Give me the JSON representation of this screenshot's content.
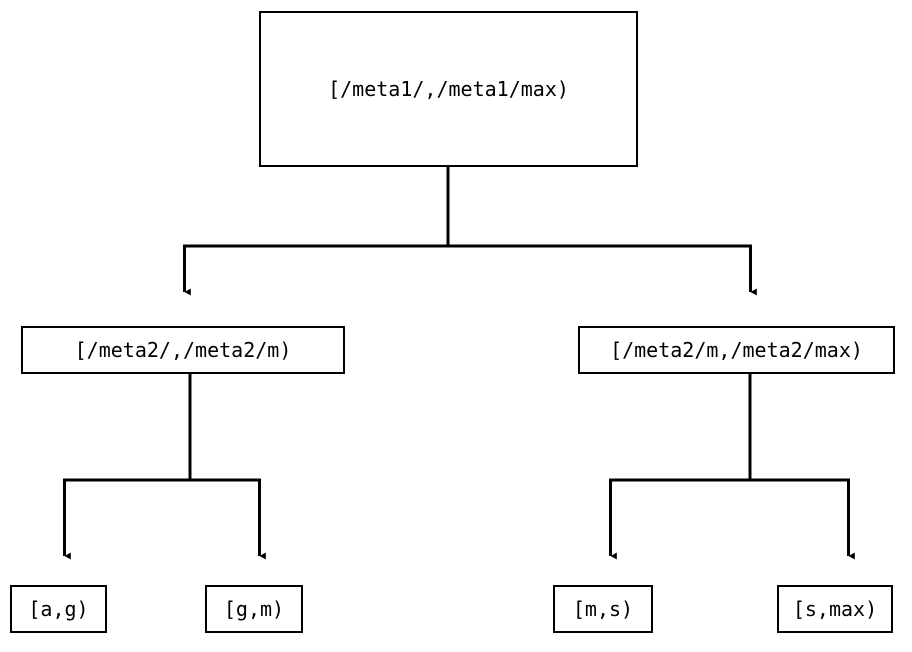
{
  "diagram": {
    "type": "tree",
    "title": "",
    "background_color": "#ffffff",
    "line_color": "#000000",
    "text_color": "#000000",
    "edge_style": "orthogonal-elbow-with-arrowhead",
    "arrowhead": "filled-triangle-down",
    "nodes": {
      "root": {
        "label": "[/meta1/,/meta1/max)"
      },
      "mid_left": {
        "label": "[/meta2/,/meta2/m)"
      },
      "mid_right": {
        "label": "[/meta2/m,/meta2/max)"
      },
      "leaf_a": {
        "label": "[a,g)"
      },
      "leaf_b": {
        "label": "[g,m)"
      },
      "leaf_c": {
        "label": "[m,s)"
      },
      "leaf_d": {
        "label": "[s,max)"
      }
    },
    "edges": [
      {
        "from": "root",
        "to": "mid_left"
      },
      {
        "from": "root",
        "to": "mid_right"
      },
      {
        "from": "mid_left",
        "to": "leaf_a"
      },
      {
        "from": "mid_left",
        "to": "leaf_b"
      },
      {
        "from": "mid_right",
        "to": "leaf_c"
      },
      {
        "from": "mid_right",
        "to": "leaf_d"
      }
    ]
  }
}
